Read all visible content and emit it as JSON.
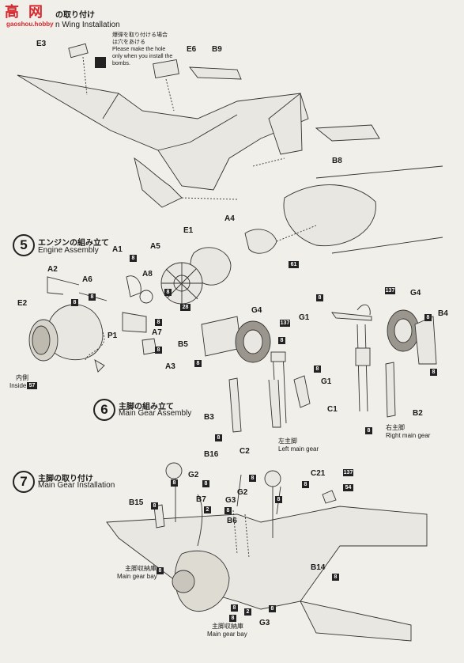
{
  "watermark": {
    "brand": "高",
    "brand2": "网",
    "url": "gaoshou.hobby"
  },
  "header": {
    "jp": "の取り付け",
    "en": "n Wing Installation"
  },
  "note": {
    "lines": [
      "爆弾を取り付ける場合",
      "は穴をあける",
      "Please make the hole",
      "only when you install the",
      "bombs."
    ]
  },
  "steps": [
    {
      "num": "5",
      "jp": "エンジンの組み立て",
      "en": "Engine Assembly"
    },
    {
      "num": "6",
      "jp": "主脚の組み立て",
      "en": "Main Gear Assembly"
    },
    {
      "num": "7",
      "jp": "主脚の取り付け",
      "en": "Main Gear Installation"
    }
  ],
  "parts": {
    "E3": "E3",
    "E6": "E6",
    "B9": "B9",
    "B8": "B8",
    "E1": "E1",
    "A4": "A4",
    "A1": "A1",
    "A5": "A5",
    "A2": "A2",
    "A6": "A6",
    "A8": "A8",
    "E2": "E2",
    "P1": "P1",
    "A7": "A7",
    "A3": "A3",
    "G4a": "G4",
    "G1a": "G1",
    "B5": "B5",
    "G4b": "G4",
    "B4": "B4",
    "G1b": "G1",
    "B3": "B3",
    "C2": "C2",
    "C1": "C1",
    "B2": "B2",
    "B16": "B16",
    "G2a": "G2",
    "B15": "B15",
    "B7": "B7",
    "G3a": "G3",
    "G2b": "G2",
    "B6": "B6",
    "C21": "C21",
    "B14": "B14",
    "G3b": "G3"
  },
  "captions": {
    "inside_jp": "内側",
    "inside_en": "Inside",
    "left_gear_jp": "左主脚",
    "left_gear_en": "Left main gear",
    "right_gear_jp": "右主脚",
    "right_gear_en": "Right main gear",
    "bay1_jp": "主脚収納庫",
    "bay1_en": "Main gear bay",
    "bay2_jp": "主脚収納庫",
    "bay2_en": "Main gear bay"
  },
  "codes": {
    "c8": "8",
    "c2": "2",
    "c28": "28",
    "c61": "61",
    "c57": "57",
    "c137": "137",
    "c54": "54"
  }
}
